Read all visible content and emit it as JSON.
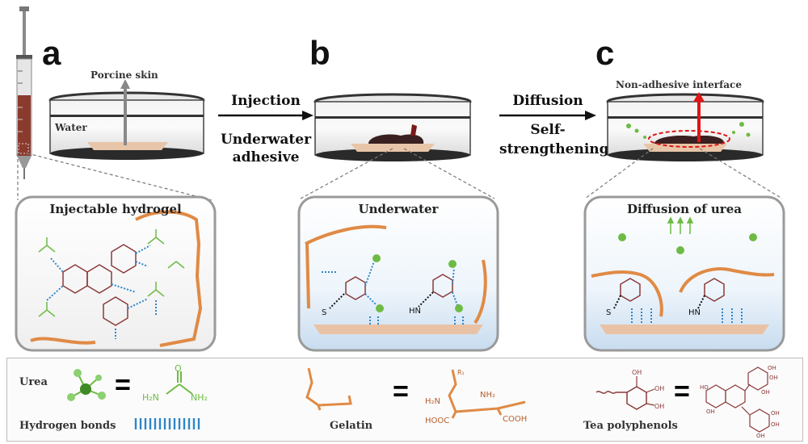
{
  "panels": {
    "a": {
      "letter": "a",
      "porcine_skin_label": "Porcine skin",
      "water_label": "Water",
      "callout_title": "Injectable hydrogel"
    },
    "b": {
      "letter": "b",
      "callout_title": "Underwater"
    },
    "c": {
      "letter": "c",
      "non_adhesive_label": "Non-adhesive interface",
      "callout_title": "Diffusion of urea"
    }
  },
  "arrows": {
    "ab": {
      "line1": "Injection",
      "line2": "Underwater",
      "line3": "adhesive"
    },
    "bc": {
      "line1": "Diffusion",
      "line2": "Self-",
      "line3": "strengthening"
    }
  },
  "legend": {
    "urea": "Urea",
    "hydrogen_bonds": "Hydrogen bonds",
    "gelatin": "Gelatin",
    "tea_polyphenols": "Tea polyphenols",
    "equals": "="
  },
  "colors": {
    "gelatin": "#e08a45",
    "urea": "#6dbb44",
    "hbond": "#2e86c8",
    "polyphenol": "#8b3a3a",
    "red_arrow": "#e01515"
  }
}
